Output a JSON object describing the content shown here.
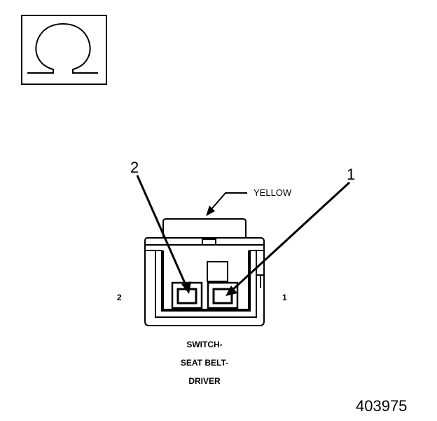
{
  "symbol": {
    "icon": "ohm-icon",
    "glyph": "Ω"
  },
  "callouts": {
    "left": "2",
    "right": "1"
  },
  "wire_color_label": "YELLOW",
  "pins": {
    "left": "2",
    "right": "1"
  },
  "caption": {
    "line1": "SWITCH-",
    "line2": "SEAT BELT-",
    "line3": "DRIVER"
  },
  "figure_number": "403975"
}
